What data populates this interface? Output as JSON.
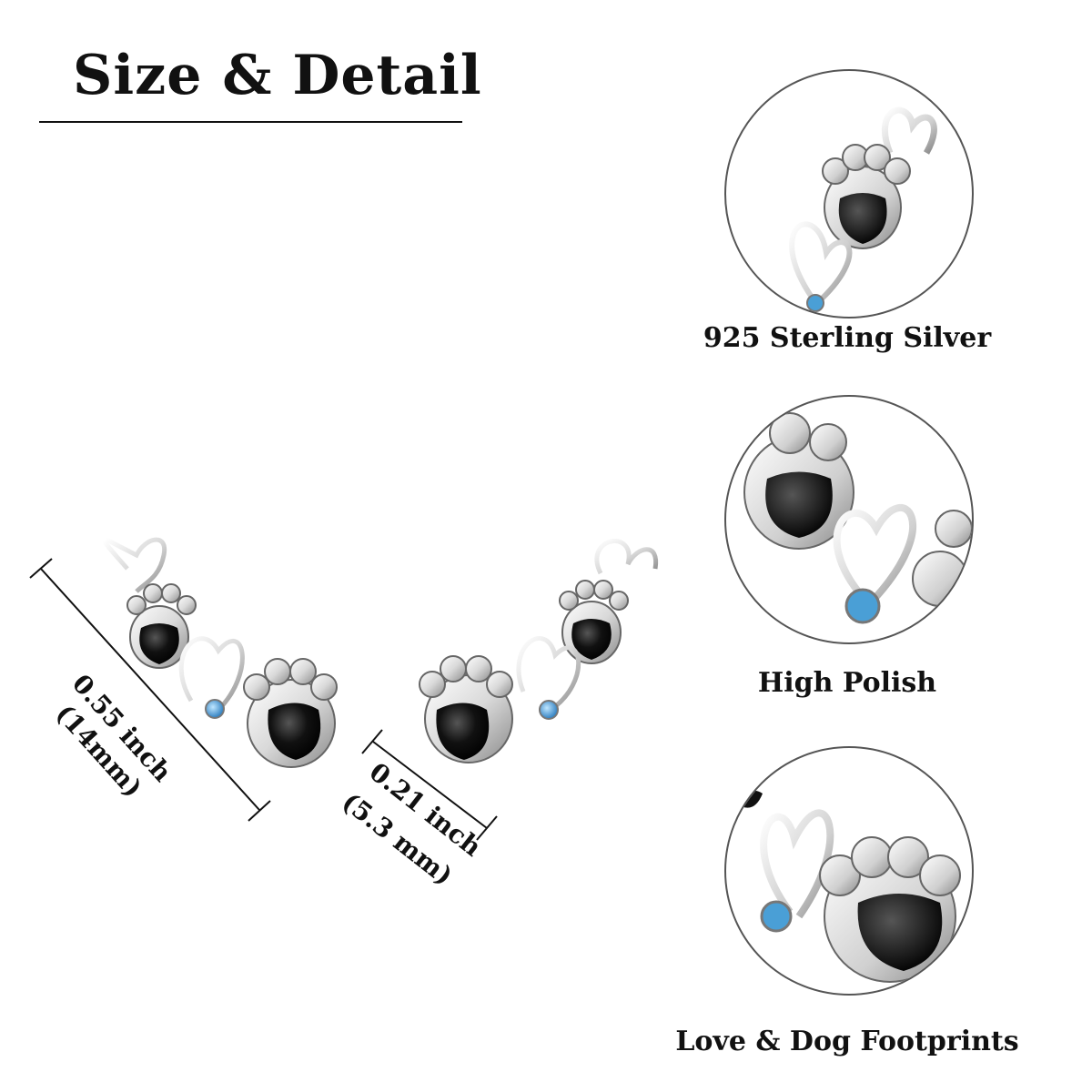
{
  "title": "Size & Detail",
  "earring_dimensions": {
    "length": {
      "inch": "0.55 inch",
      "mm": "(14mm)"
    },
    "width": {
      "inch": "0.21 inch",
      "mm": "(5.3 mm)"
    }
  },
  "features": [
    {
      "caption": "925 Sterling Silver",
      "icon": "paw-heart-closeup-1"
    },
    {
      "caption": "High Polish",
      "icon": "paw-heart-closeup-2"
    },
    {
      "caption": "Love & Dog Footprints",
      "icon": "paw-heart-closeup-3"
    }
  ],
  "colors": {
    "silver": "#d9d9d9",
    "enamel": "#0d0d0d",
    "stone": "#4a9fd6",
    "text": "#111111"
  }
}
